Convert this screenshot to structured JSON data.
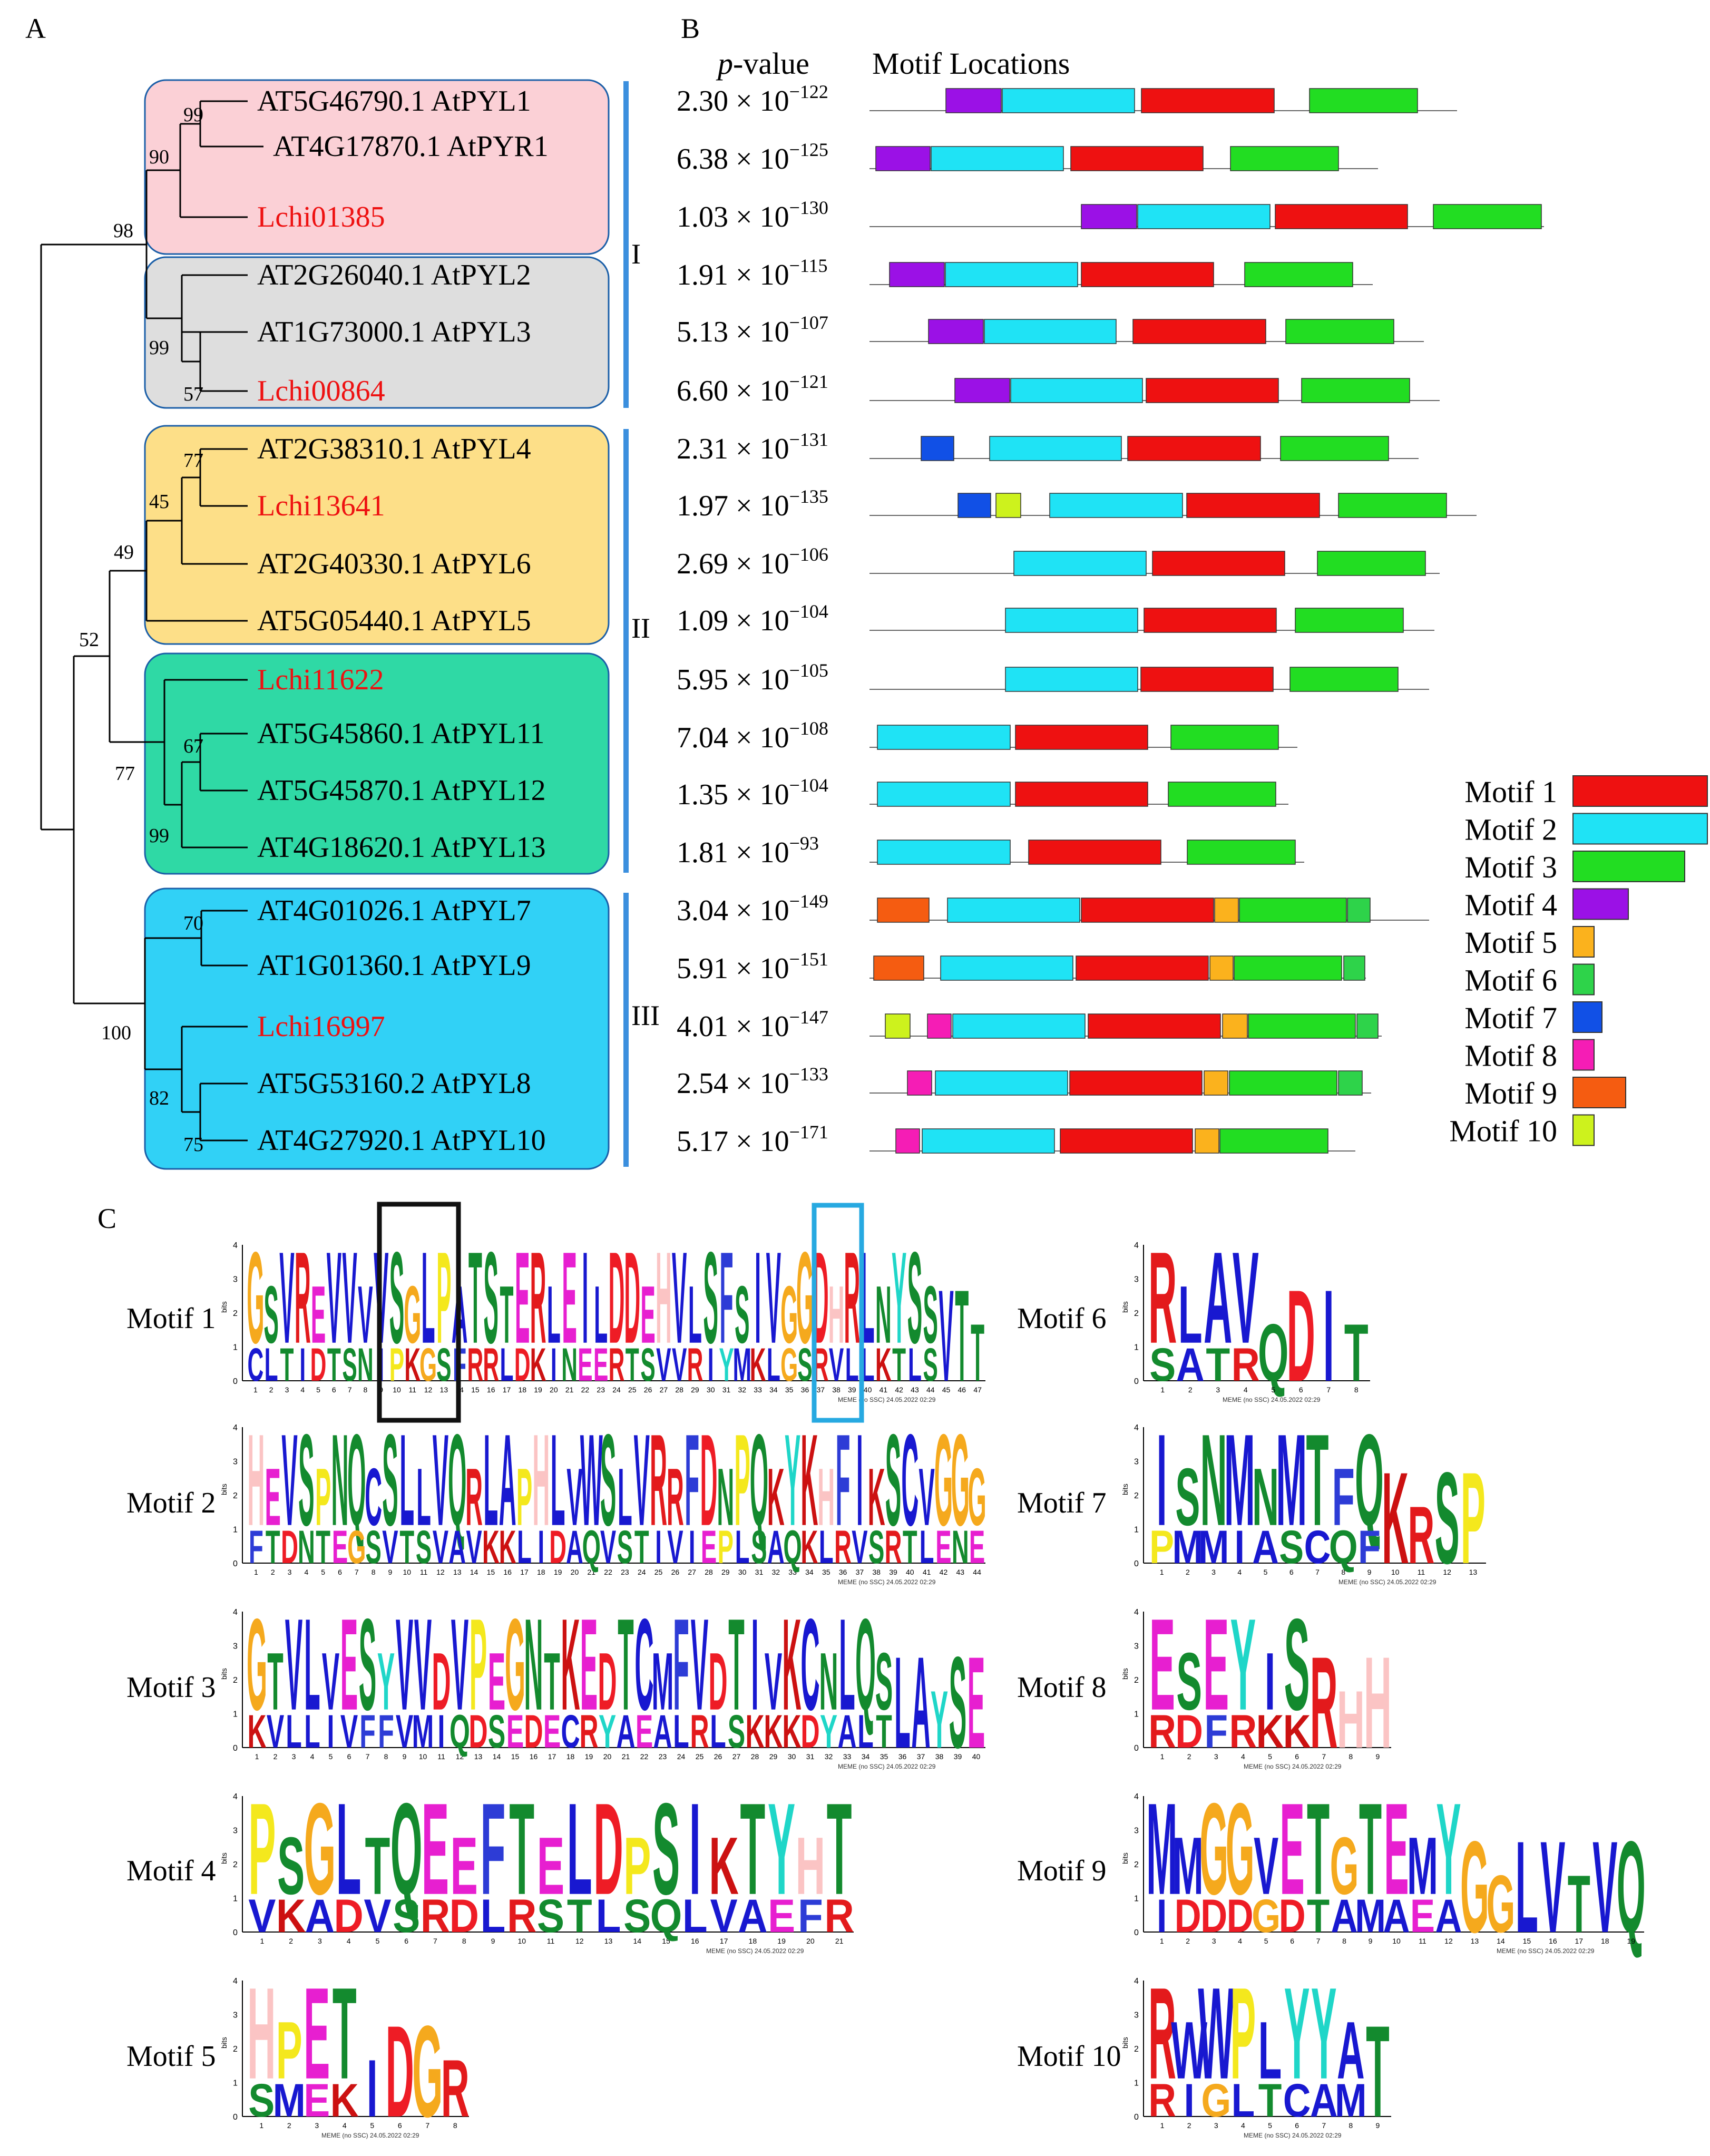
{
  "panels": {
    "a": "A",
    "b": "B",
    "c": "C"
  },
  "groups": [
    "I",
    "II",
    "III"
  ],
  "tree": {
    "leaves": [
      {
        "label": "AT5G46790.1 AtPYL1",
        "lc": false
      },
      {
        "label": "AT4G17870.1 AtPYR1",
        "lc": false
      },
      {
        "label": "Lchi01385",
        "lc": true
      },
      {
        "label": "AT2G26040.1 AtPYL2",
        "lc": false
      },
      {
        "label": "AT1G73000.1 AtPYL3",
        "lc": false
      },
      {
        "label": "Lchi00864",
        "lc": true
      },
      {
        "label": "AT2G38310.1 AtPYL4",
        "lc": false
      },
      {
        "label": "Lchi13641",
        "lc": true
      },
      {
        "label": "AT2G40330.1 AtPYL6",
        "lc": false
      },
      {
        "label": "AT5G05440.1 AtPYL5",
        "lc": false
      },
      {
        "label": "Lchi11622",
        "lc": true
      },
      {
        "label": "AT5G45860.1 AtPYL11",
        "lc": false
      },
      {
        "label": "AT5G45870.1 AtPYL12",
        "lc": false
      },
      {
        "label": "AT4G18620.1 AtPYL13",
        "lc": false
      },
      {
        "label": "AT4G01026.1 AtPYL7",
        "lc": false
      },
      {
        "label": "AT1G01360.1 AtPYL9",
        "lc": false
      },
      {
        "label": "Lchi16997",
        "lc": true
      },
      {
        "label": "AT5G53160.2 AtPYL8",
        "lc": false
      },
      {
        "label": "AT4G27920.1 AtPYL10",
        "lc": false
      }
    ],
    "bootstraps": [
      "99",
      "90",
      "98",
      "99",
      "57",
      "77",
      "45",
      "49",
      "52",
      "67",
      "77",
      "99",
      "70",
      "100",
      "82",
      "75"
    ]
  },
  "motif_header": {
    "pvalue_italic": "p",
    "pvalue_rest": "-value",
    "locations": "Motif Locations"
  },
  "pvalues": [
    {
      "mant": "2.30",
      "exp": "−122"
    },
    {
      "mant": "6.38",
      "exp": "−125"
    },
    {
      "mant": "1.03",
      "exp": "−130"
    },
    {
      "mant": "1.91",
      "exp": "−115"
    },
    {
      "mant": "5.13",
      "exp": "−107"
    },
    {
      "mant": "6.60",
      "exp": "−121"
    },
    {
      "mant": "2.31",
      "exp": "−131"
    },
    {
      "mant": "1.97",
      "exp": "−135"
    },
    {
      "mant": "2.69",
      "exp": "−106"
    },
    {
      "mant": "1.09",
      "exp": "−104"
    },
    {
      "mant": "5.95",
      "exp": "−105"
    },
    {
      "mant": "7.04",
      "exp": "−108"
    },
    {
      "mant": "1.35",
      "exp": "−104"
    },
    {
      "mant": "1.81",
      "exp": "−93"
    },
    {
      "mant": "3.04",
      "exp": "−149"
    },
    {
      "mant": "5.91",
      "exp": "−151"
    },
    {
      "mant": "4.01",
      "exp": "−147"
    },
    {
      "mant": "2.54",
      "exp": "−133"
    },
    {
      "mant": "5.17",
      "exp": "−171"
    }
  ],
  "times_sign": "× 10",
  "motif_legend": [
    {
      "label": "Motif 1",
      "color": "#ee1111"
    },
    {
      "label": "Motif 2",
      "color": "#1fe3f5"
    },
    {
      "label": "Motif 3",
      "color": "#22dd22"
    },
    {
      "label": "Motif 4",
      "color": "#9b11e6"
    },
    {
      "label": "Motif 5",
      "color": "#fbb21d"
    },
    {
      "label": "Motif 6",
      "color": "#2ed34a"
    },
    {
      "label": "Motif 7",
      "color": "#1150e6"
    },
    {
      "label": "Motif 8",
      "color": "#f51db5"
    },
    {
      "label": "Motif 9",
      "color": "#f55c11"
    },
    {
      "label": "Motif 10",
      "color": "#cdf21d"
    }
  ],
  "logos": [
    {
      "label": "Motif 1",
      "top": "GSVREVVVVSGLPATSTERLEILDDEHVLSFSIVGGDHRLNYSSVTT",
      "sub": "CLTIDTSNIPKGSFRRLDKINEERTSVVRIYMKLGSRVLLKTLS"
    },
    {
      "label": "Motif 2",
      "top": "HEVSPNQCSLLVQRLAPHLVWSLVRRFDNPQKYKHFIKSCVGGG",
      "sub": "FTDNTEGSVTSVAVKKLIDAQVSTIVIEPLSAQKLRVSRTLENE"
    },
    {
      "label": "Motif 3",
      "top": "GTVLVESYVVDVPEGNTKEDTCMFVDTIVKCNLQSLAYSE",
      "sub": "KVLLIVFFVMIQDSEDECRYAEALRLSKKKDYALT"
    },
    {
      "label": "Motif 4",
      "top": "PSGLTQEEFTELDPSIKTYHT",
      "sub": "VKADVSRDLRSTLSQLVAEFR"
    },
    {
      "label": "Motif 5",
      "top": "HPETIDGR",
      "sub": "SMEK"
    },
    {
      "label": "Motif 6",
      "top": "RLAVQDIT",
      "sub": "SATR"
    },
    {
      "label": "Motif 7",
      "top": "ISNMNMTFQKRSP",
      "sub": "PMMIASCQF"
    },
    {
      "label": "Motif 8",
      "top": "ESEYISRHH",
      "sub": "RDFRKK"
    },
    {
      "label": "Motif 9",
      "top": "MMGGVETGTEMYGGLVTVQ",
      "sub": "IDDDGDTAMAEA"
    },
    {
      "label": "Motif 10",
      "top": "RWWPLYYAT",
      "sub": "RIGLTCAM"
    }
  ],
  "axis_ticks": [
    "4",
    "3",
    "2",
    "1",
    "0"
  ],
  "axis_unit": "bits",
  "meme_stamp": "MEME (no SSC) 24.05.2022 02:29"
}
